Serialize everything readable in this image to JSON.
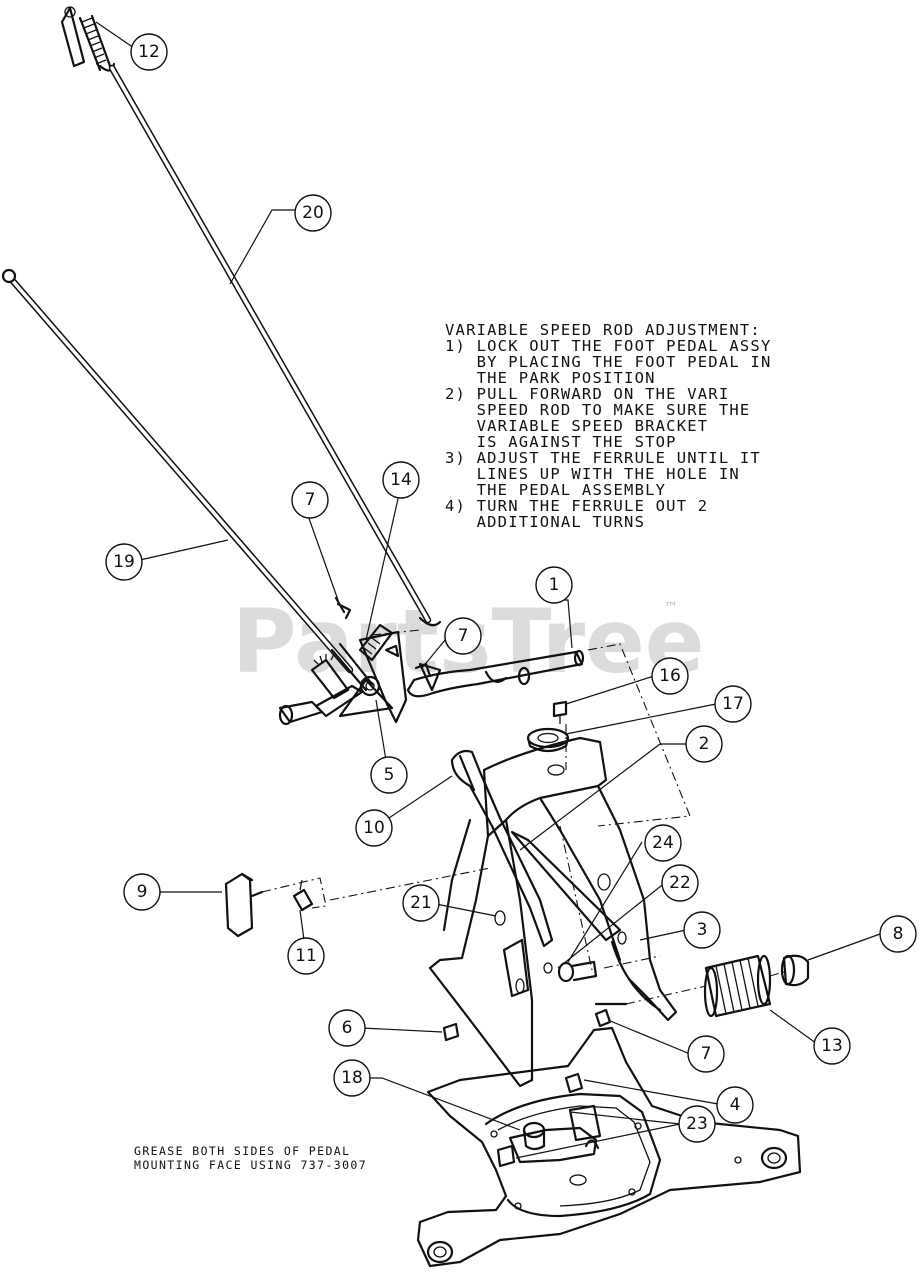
{
  "watermark": {
    "text": "PartsTree",
    "trademark": "™"
  },
  "notes": {
    "adjustment": [
      "VARIABLE SPEED ROD ADJUSTMENT:",
      "1) LOCK OUT THE FOOT PEDAL ASSY",
      "   BY PLACING THE FOOT PEDAL IN",
      "   THE PARK POSITION",
      "2) PULL FORWARD ON THE VARI",
      "   SPEED ROD TO MAKE SURE THE",
      "   VARIABLE SPEED BRACKET",
      "   IS AGAINST THE STOP",
      "3) ADJUST THE FERRULE UNTIL IT",
      "   LINES UP WITH THE HOLE IN",
      "   THE PEDAL ASSEMBLY",
      "4) TURN THE FERRULE OUT 2",
      "   ADDITIONAL TURNS"
    ],
    "grease": [
      "GREASE BOTH SIDES OF PEDAL",
      "MOUNTING FACE USING 737-3007"
    ]
  },
  "callouts": [
    {
      "id": "c12",
      "label": "12"
    },
    {
      "id": "c20",
      "label": "20"
    },
    {
      "id": "c7a",
      "label": "7"
    },
    {
      "id": "c14",
      "label": "14"
    },
    {
      "id": "c19",
      "label": "19"
    },
    {
      "id": "c1",
      "label": "1"
    },
    {
      "id": "c7b",
      "label": "7"
    },
    {
      "id": "c16",
      "label": "16"
    },
    {
      "id": "c17",
      "label": "17"
    },
    {
      "id": "c5",
      "label": "5"
    },
    {
      "id": "c2",
      "label": "2"
    },
    {
      "id": "c10",
      "label": "10"
    },
    {
      "id": "c24",
      "label": "24"
    },
    {
      "id": "c9",
      "label": "9"
    },
    {
      "id": "c22",
      "label": "22"
    },
    {
      "id": "c21",
      "label": "21"
    },
    {
      "id": "c3",
      "label": "3"
    },
    {
      "id": "c8",
      "label": "8"
    },
    {
      "id": "c11",
      "label": "11"
    },
    {
      "id": "c6",
      "label": "6"
    },
    {
      "id": "c13",
      "label": "13"
    },
    {
      "id": "c7c",
      "label": "7"
    },
    {
      "id": "c18",
      "label": "18"
    },
    {
      "id": "c4",
      "label": "4"
    },
    {
      "id": "c23",
      "label": "23"
    }
  ]
}
